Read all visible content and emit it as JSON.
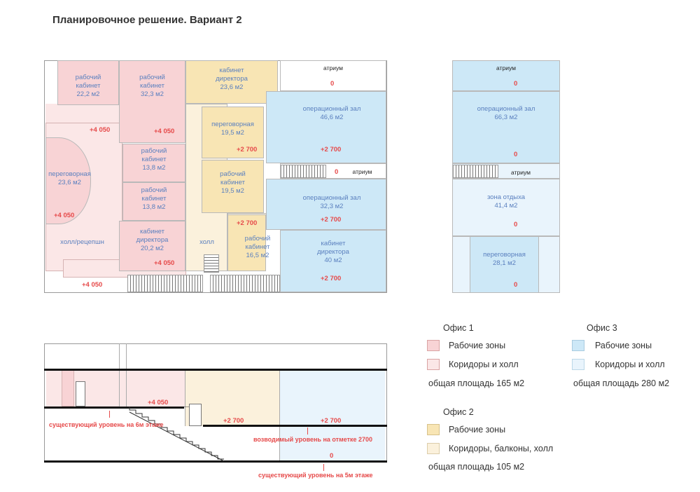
{
  "title": "Планировочное решение. Вариант 2",
  "colors": {
    "office1_work": "#f8d3d5",
    "office1_corridor": "#fbe7e7",
    "office2_work": "#f8e5b4",
    "office2_corridor": "#fbf1dc",
    "office3_work": "#cde8f7",
    "office3_corridor": "#e9f4fc",
    "level_red": "#e64a4a",
    "room_label_blue": "#5b80bf"
  },
  "plan_main": {
    "rooms": [
      {
        "label": "рабочий\nкабинет\n22,2 м2"
      },
      {
        "label": "рабочий\nкабинет\n32,3 м2"
      },
      {
        "label": "кабинет\nдиректора\n23,6 м2"
      },
      {
        "label": "атриум"
      },
      {
        "label": "переговорная\n23,6 м2"
      },
      {
        "label": "рабочий\nкабинет\n13,8 м2"
      },
      {
        "label": "рабочий\nкабинет\n13,8 м2"
      },
      {
        "label": "переговорная\n19,5 м2"
      },
      {
        "label": "рабочий\nкабинет\n19,5 м2"
      },
      {
        "label": "операционный зал\n46,6 м2"
      },
      {
        "label": "атриум"
      },
      {
        "label": "операционный зал\n32,3 м2"
      },
      {
        "label": "холл/рецепшн"
      },
      {
        "label": "кабинет\nдиректора\n20,2 м2"
      },
      {
        "label": "холл"
      },
      {
        "label": "рабочий\nкабинет\n16,5 м2"
      },
      {
        "label": "кабинет\nдиректора\n40 м2"
      }
    ],
    "levels": [
      "+4 050",
      "+4 050",
      "+4 050",
      "+4 050",
      "+4 050",
      "+2 700",
      "+2 700",
      "+2 700",
      "+2 700",
      "+2 700",
      "0",
      "0"
    ]
  },
  "plan_right": {
    "rooms": [
      {
        "label": "атриум"
      },
      {
        "label": "операционный зал\n66,3 м2"
      },
      {
        "label": "атриум"
      },
      {
        "label": "зона отдыха\n41,4 м2"
      },
      {
        "label": "переговорная\n28,1 м2"
      }
    ],
    "levels": [
      "0",
      "0",
      "0",
      "0"
    ]
  },
  "section": {
    "levels": [
      "+4 050",
      "+2 700",
      "+2 700",
      "0"
    ],
    "notes": [
      "существующий уровень на 6м этаже",
      "возводимый уровень на отметке  2700",
      "существующий уровень на 5м этаже"
    ]
  },
  "legend": {
    "office1": {
      "title": "Офис 1",
      "items": [
        "Рабочие зоны",
        "Коридоры и холл"
      ],
      "area": "общая площадь 165 м2"
    },
    "office2": {
      "title": "Офис 2",
      "items": [
        "Рабочие зоны",
        "Коридоры, балконы, холл"
      ],
      "area": "общая площадь 105 м2"
    },
    "office3": {
      "title": "Офис 3",
      "items": [
        "Рабочие зоны",
        "Коридоры и холл"
      ],
      "area": "общая площадь 280 м2"
    }
  }
}
